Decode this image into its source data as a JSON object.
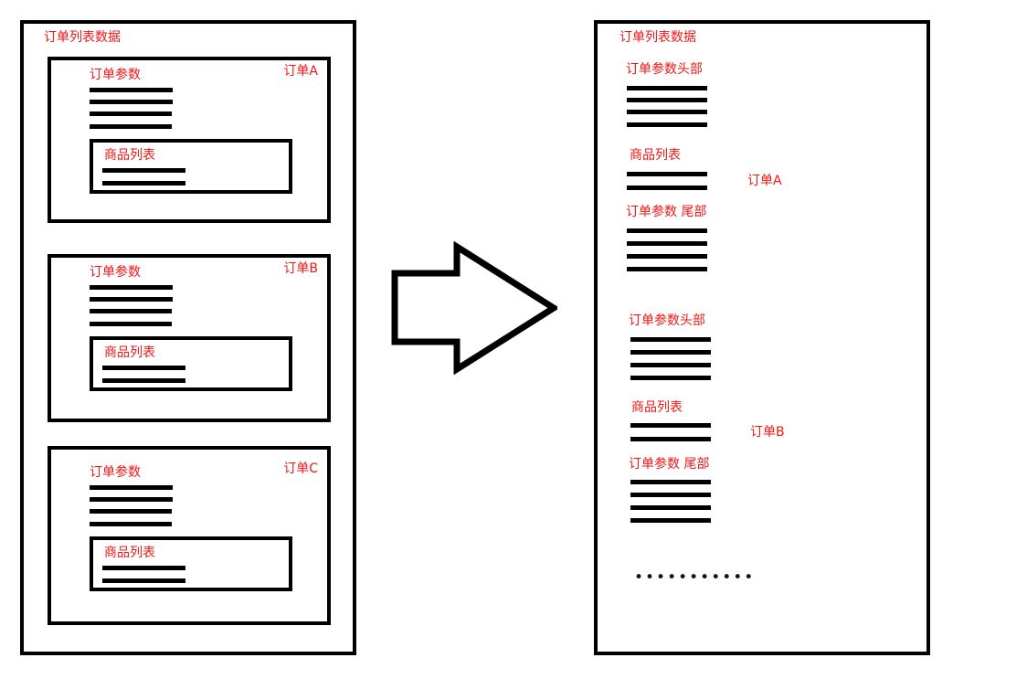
{
  "diagram": {
    "title_left": "订单列表数据",
    "title_right": "订单列表数据",
    "arrow_icon": "right-arrow-icon",
    "accent_color": "#f21616",
    "line_color": "#000000",
    "ellipsis": "•••••••••••"
  },
  "left_panel": {
    "title": "订单列表数据",
    "cards": [
      {
        "order_label": "订单A",
        "params_label": "订单参数",
        "param_bars": 4,
        "sub_box": {
          "label": "商品列表",
          "bars": 2
        }
      },
      {
        "order_label": "订单B",
        "params_label": "订单参数",
        "param_bars": 4,
        "sub_box": {
          "label": "商品列表",
          "bars": 2
        }
      },
      {
        "order_label": "订单C",
        "params_label": "订单参数",
        "param_bars": 4,
        "sub_box": {
          "label": "商品列表",
          "bars": 2
        }
      }
    ]
  },
  "right_panel": {
    "title": "订单列表数据",
    "groups": [
      {
        "order_label": "订单A",
        "sections": [
          {
            "label": "订单参数头部",
            "bars": 4
          },
          {
            "label": "商品列表",
            "bars": 2
          },
          {
            "label": "订单参数 尾部",
            "bars": 4
          }
        ]
      },
      {
        "order_label": "订单B",
        "sections": [
          {
            "label": "订单参数头部",
            "bars": 4
          },
          {
            "label": "商品列表",
            "bars": 2
          },
          {
            "label": "订单参数 尾部",
            "bars": 4
          }
        ]
      }
    ],
    "continuation": "•••••••••••"
  }
}
